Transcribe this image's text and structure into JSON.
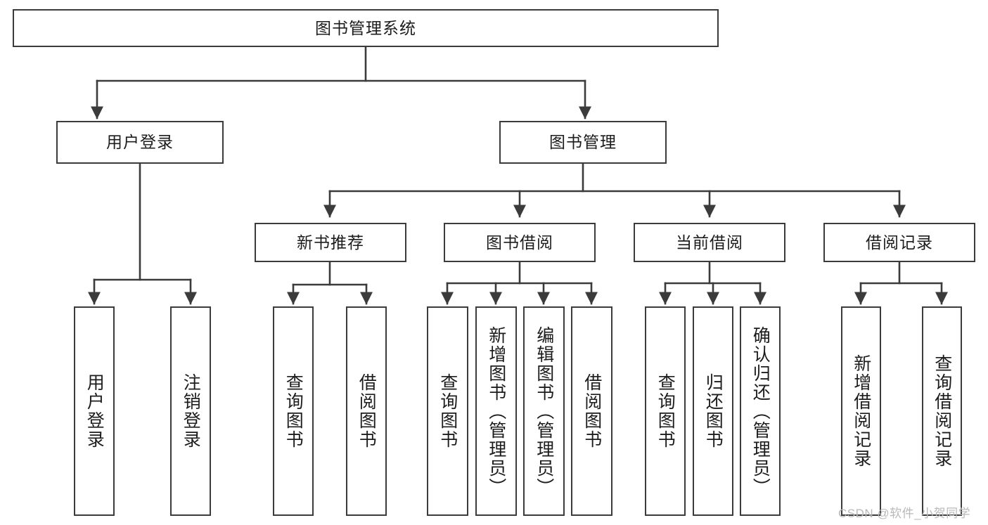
{
  "diagram": {
    "title": "图书管理系统",
    "type": "tree-hierarchy-chart",
    "root": {
      "label": "图书管理系统"
    },
    "level2": [
      {
        "label": "用户登录"
      },
      {
        "label": "图书管理"
      }
    ],
    "level3": [
      {
        "label": "新书推荐"
      },
      {
        "label": "图书借阅"
      },
      {
        "label": "当前借阅"
      },
      {
        "label": "借阅记录"
      }
    ],
    "leaves": {
      "user_login": [
        {
          "label": "用户登录"
        },
        {
          "label": "注销登录"
        }
      ],
      "new_book_recommend": [
        {
          "label": "查询图书"
        },
        {
          "label": "借阅图书"
        }
      ],
      "book_borrow": [
        {
          "label": "查询图书"
        },
        {
          "label": "新增图书（管理员）"
        },
        {
          "label": "编辑图书（管理员）"
        },
        {
          "label": "借阅图书"
        }
      ],
      "current_borrow": [
        {
          "label": "查询图书"
        },
        {
          "label": "归还图书"
        },
        {
          "label": "确认归还（管理员）"
        }
      ],
      "borrow_record": [
        {
          "label": "新增借阅记录"
        },
        {
          "label": "查询借阅记录"
        }
      ]
    }
  },
  "watermark": {
    "text": "CSDN @软件_小贺同学"
  },
  "colors": {
    "stroke": "#3b3b3b",
    "text": "#1c1c1c",
    "background": "#ffffff",
    "watermark": "#b9b9b9"
  }
}
